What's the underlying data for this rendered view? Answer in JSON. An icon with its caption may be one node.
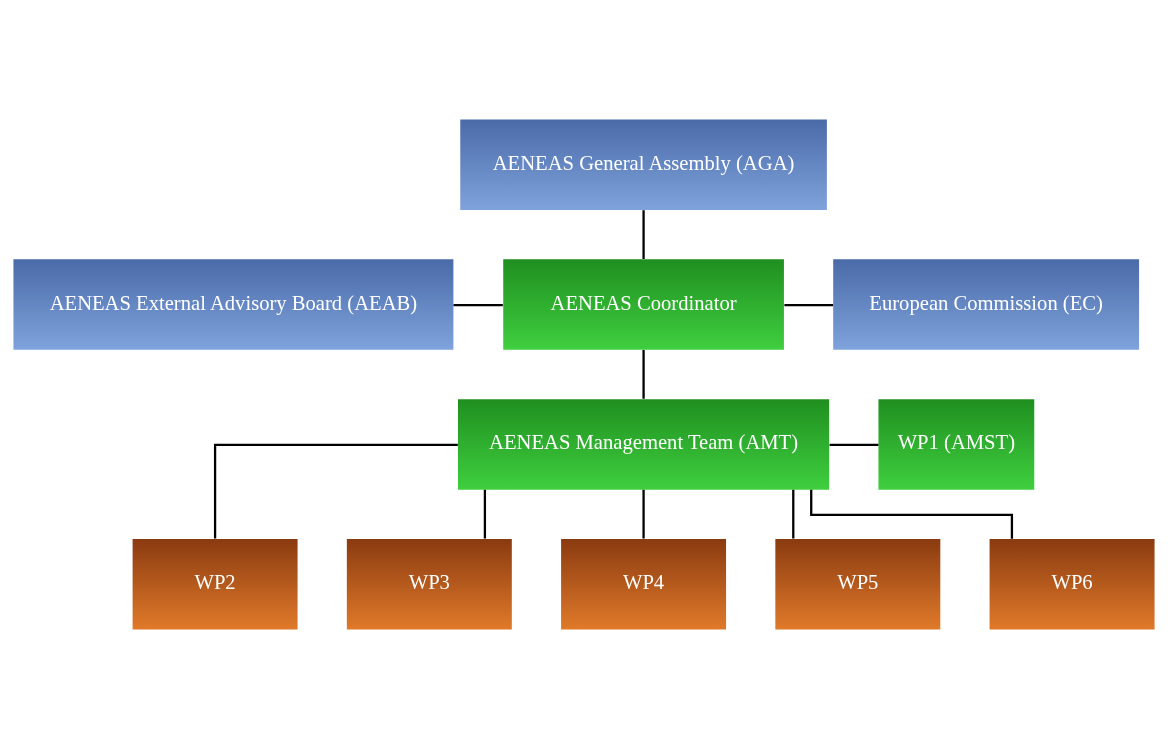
{
  "diagram": {
    "nodes": [
      {
        "text": [
          "AENEAS General Assembly (AGA)"
        ]
      },
      {
        "text": [
          "AENEAS External Advisory Board (AEAB)"
        ]
      },
      {
        "text": [
          "AENEAS Coordinator"
        ]
      },
      {
        "text": [
          "European Commission (EC)"
        ]
      },
      {
        "text": [
          "AENEAS Management Team (AMT)"
        ]
      },
      {
        "text": [
          "WP1 (AMST)"
        ]
      },
      {
        "text": [
          "WP2"
        ]
      },
      {
        "text": [
          "WP3"
        ]
      },
      {
        "text": [
          "WP4"
        ]
      },
      {
        "text": [
          "WP5"
        ]
      },
      {
        "text": [
          "WP6"
        ]
      }
    ],
    "edges": [
      {
        "from": 0,
        "to": 2,
        "arrow": "none"
      },
      {
        "from": 1,
        "to": 2,
        "arrow": "none"
      },
      {
        "from": 2,
        "to": 3,
        "arrow": "none"
      },
      {
        "from": 2,
        "to": 4,
        "arrow": "none"
      },
      {
        "from": 4,
        "to": 5,
        "arrow": "none"
      },
      {
        "from": 4,
        "to": 6,
        "arrow": "none"
      },
      {
        "from": 4,
        "to": 7,
        "arrow": "none"
      },
      {
        "from": 4,
        "to": 8,
        "arrow": "none"
      },
      {
        "from": 4,
        "to": 9,
        "arrow": "none"
      },
      {
        "from": 4,
        "to": 10,
        "arrow": "none"
      }
    ]
  }
}
